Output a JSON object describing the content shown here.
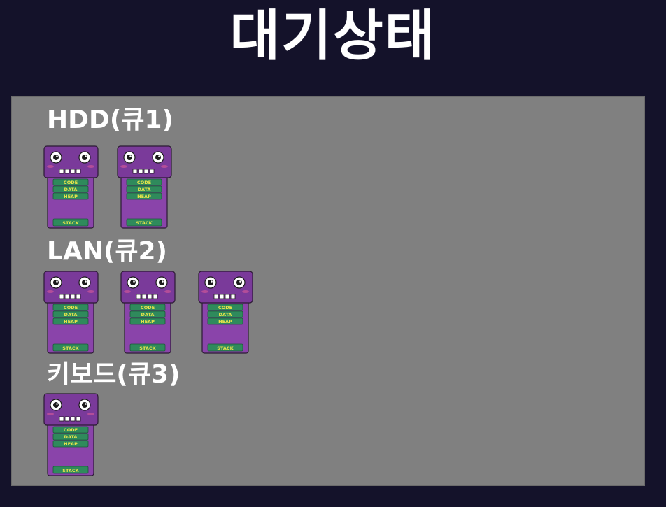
{
  "title": "대기상태",
  "colors": {
    "background": "#14122a",
    "panel": "#808080",
    "robot_head": "#7a3a9a",
    "robot_body": "#8a44aa",
    "segment": "#2f8a5c",
    "segment_text": "#e6e44a"
  },
  "segment_labels": {
    "code": "CODE",
    "data": "DATA",
    "heap": "HEAP",
    "stack": "STACK"
  },
  "queues": [
    {
      "label": "HDD(큐1)",
      "process_count": 2
    },
    {
      "label": "LAN(큐2)",
      "process_count": 3
    },
    {
      "label": "키보드(큐3)",
      "process_count": 1
    }
  ]
}
